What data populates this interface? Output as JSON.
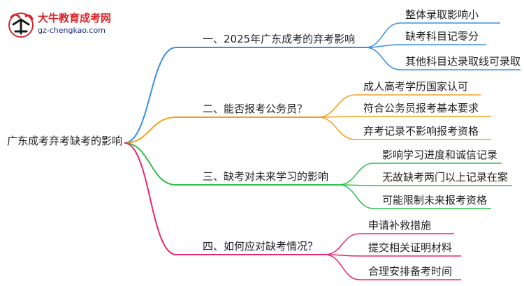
{
  "logo": {
    "title": "大牛教育成考网",
    "url": "gz-chengkao.com"
  },
  "mindmap": {
    "root": "广东成考弃考缺考的影响",
    "branches": [
      {
        "label": "一、2025年广东成考的弃考影响",
        "color": "#3a8ee6",
        "leaves": [
          "整体录取影响小",
          "缺考科目记零分",
          "其他科目达录取线可录取"
        ]
      },
      {
        "label": "二、能否报考公务员？",
        "color": "#f0a020",
        "leaves": [
          "成人高考学历国家认可",
          "符合公务员报考基本要求",
          "弃考记录不影响报考资格"
        ]
      },
      {
        "label": "三、缺考对未来学习的影响",
        "color": "#2fbf4f",
        "leaves": [
          "影响学习进度和诚信记录",
          "无故缺考两门以上记录在案",
          "可能限制未来报考资格"
        ]
      },
      {
        "label": "四、如何应对缺考情况？",
        "color": "#e8286e",
        "leaves": [
          "申请补救措施",
          "提交相关证明材料",
          "合理安排备考时间"
        ]
      }
    ]
  }
}
